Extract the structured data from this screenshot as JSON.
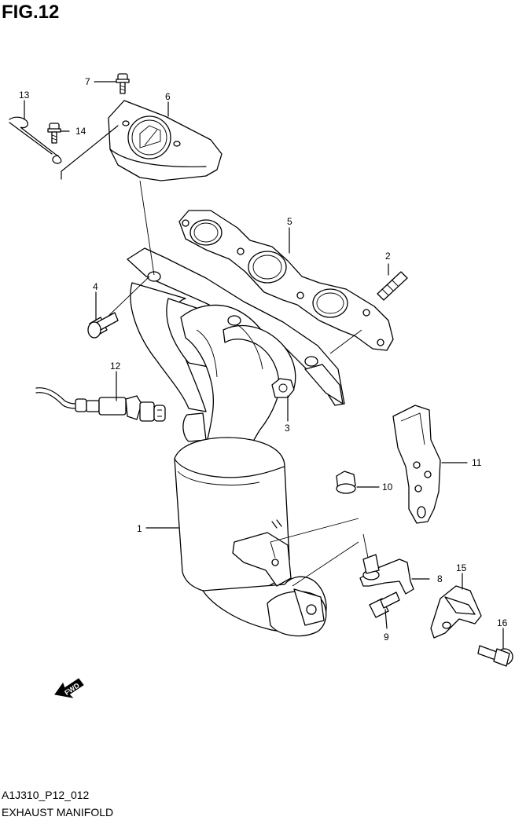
{
  "figure": {
    "title": "FIG.12"
  },
  "footer": {
    "code": "A1J310_P12_012",
    "title": "EXHAUST MANIFOLD"
  },
  "direction_marker": {
    "label": "FWD"
  },
  "callouts": [
    "1",
    "2",
    "3",
    "4",
    "5",
    "6",
    "7",
    "8",
    "9",
    "10",
    "11",
    "12",
    "13",
    "14",
    "15",
    "16"
  ]
}
